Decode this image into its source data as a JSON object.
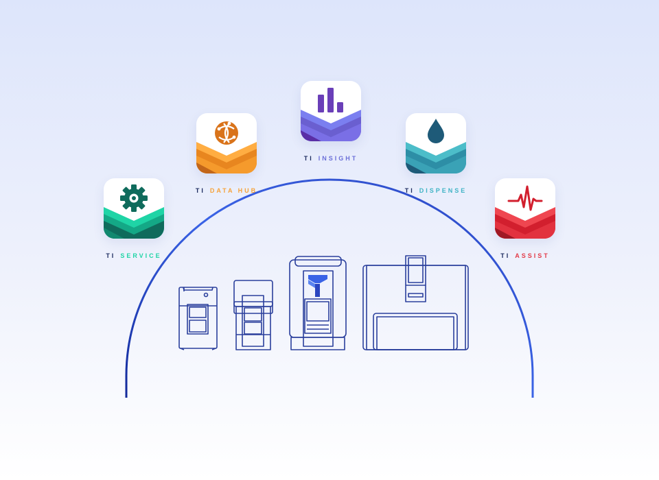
{
  "colors": {
    "arc_start": "#1b34a8",
    "arc_end": "#3a63e6",
    "device_stroke": "#2a3f9c"
  },
  "apps": [
    {
      "prefix": "TI",
      "name": "SERVICE",
      "icon": "gear-icon",
      "color": "#1fd4a6",
      "tile_colors": [
        "#0f6b5c",
        "#14a886",
        "#1fd4a6"
      ]
    },
    {
      "prefix": "TI",
      "name": "DATA HUB",
      "icon": "globe-icon",
      "color": "#f6a23a",
      "tile_colors": [
        "#c2661a",
        "#e8861f",
        "#ffad42"
      ]
    },
    {
      "prefix": "TI",
      "name": "INSIGHT",
      "icon": "bar-chart-icon",
      "color": "#6b6fd8",
      "tile_colors": [
        "#5a2ea6",
        "#6a5fd0",
        "#7b7ff0"
      ]
    },
    {
      "prefix": "TI",
      "name": "DISPENSE",
      "icon": "droplet-icon",
      "color": "#3fb3c5",
      "tile_colors": [
        "#1e5a78",
        "#2d8ea6",
        "#4cbdc9"
      ]
    },
    {
      "prefix": "TI",
      "name": "ASSIST",
      "icon": "heartbeat-icon",
      "color": "#e23a48",
      "tile_colors": [
        "#a01925",
        "#d21f2e",
        "#ef4650"
      ]
    }
  ]
}
